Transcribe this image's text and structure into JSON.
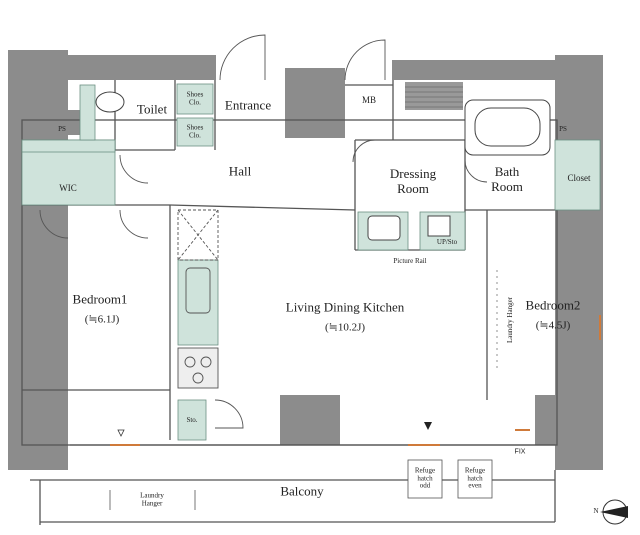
{
  "rooms": {
    "toilet": "Toilet",
    "shoes_clo_1": "Shoes\nClo.",
    "shoes_clo_2": "Shoes\nClo.",
    "entrance": "Entrance",
    "mb": "MB",
    "hall": "Hall",
    "dressing_room": "Dressing\nRoom",
    "bath_room": "Bath\nRoom",
    "closet": "Closet",
    "wic": "WIC",
    "ps_left": "PS",
    "ps_right": "PS",
    "bedroom1": "Bedroom1",
    "bedroom1_area": "(≒6.1J)",
    "ldk": "Living Dining Kitchen",
    "ldk_area": "(≒10.2J)",
    "bedroom2": "Bedroom2",
    "bedroom2_area": "(≒4.5J)",
    "balcony": "Balcony",
    "picture_rail": "Picture Rail",
    "laundry_hanger_vertical": "Laundry Hanger",
    "laundry_hanger_balcony": "Laundry\nHanger",
    "refuge_odd": "Refuge\nhatch\nodd",
    "refuge_even": "Refuge\nhatch\neven",
    "fix": "FIX",
    "sto_kitchen": "Sto.",
    "sto_up": "UP/Sto",
    "compass": "N"
  },
  "colors": {
    "wall": "#8c8c8c",
    "fixture": "#cfe3db",
    "line": "#555555"
  }
}
